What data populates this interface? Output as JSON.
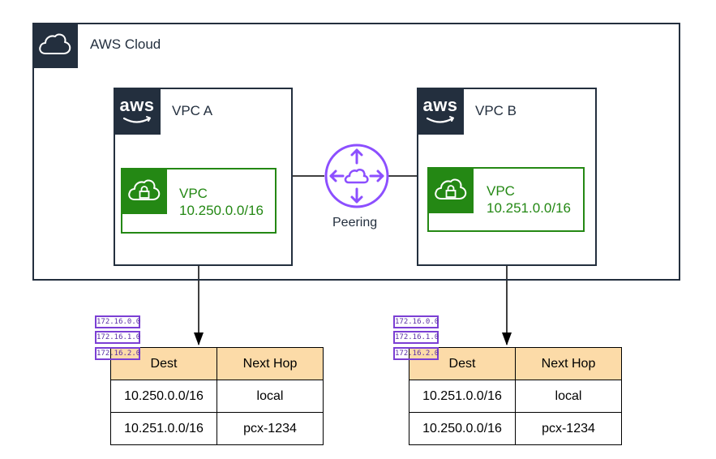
{
  "cloud": {
    "title": "AWS Cloud",
    "icon": "cloud-icon"
  },
  "vpc_a": {
    "label": "VPC A",
    "badge_text": "aws",
    "inner": {
      "line1": "VPC",
      "line2": "10.250.0.0/16",
      "icon": "cloud-lock-icon"
    }
  },
  "vpc_b": {
    "label": "VPC B",
    "badge_text": "aws",
    "inner": {
      "line1": "VPC",
      "line2": "10.251.0.0/16",
      "icon": "cloud-lock-icon"
    }
  },
  "peering": {
    "label": "Peering",
    "icon": "peering-router-icon"
  },
  "route_table_a": {
    "headers": [
      "Dest",
      "Next Hop"
    ],
    "rows": [
      [
        "10.250.0.0/16",
        "local"
      ],
      [
        "10.251.0.0/16",
        "pcx-1234"
      ]
    ],
    "tags": [
      "172.16.0.0",
      "172.16.1.0",
      "172.16.2.0"
    ]
  },
  "route_table_b": {
    "headers": [
      "Dest",
      "Next Hop"
    ],
    "rows": [
      [
        "10.251.0.0/16",
        "local"
      ],
      [
        "10.250.0.0/16",
        "pcx-1234"
      ]
    ],
    "tags": [
      "172.16.0.0",
      "172.16.1.0",
      "172.16.2.0"
    ]
  },
  "colors": {
    "aws_dark": "#232f3e",
    "vpc_green": "#248814",
    "peering_purple": "#8c4fff",
    "table_header": "#fcdba8",
    "tag_purple": "#7b3fd4"
  }
}
